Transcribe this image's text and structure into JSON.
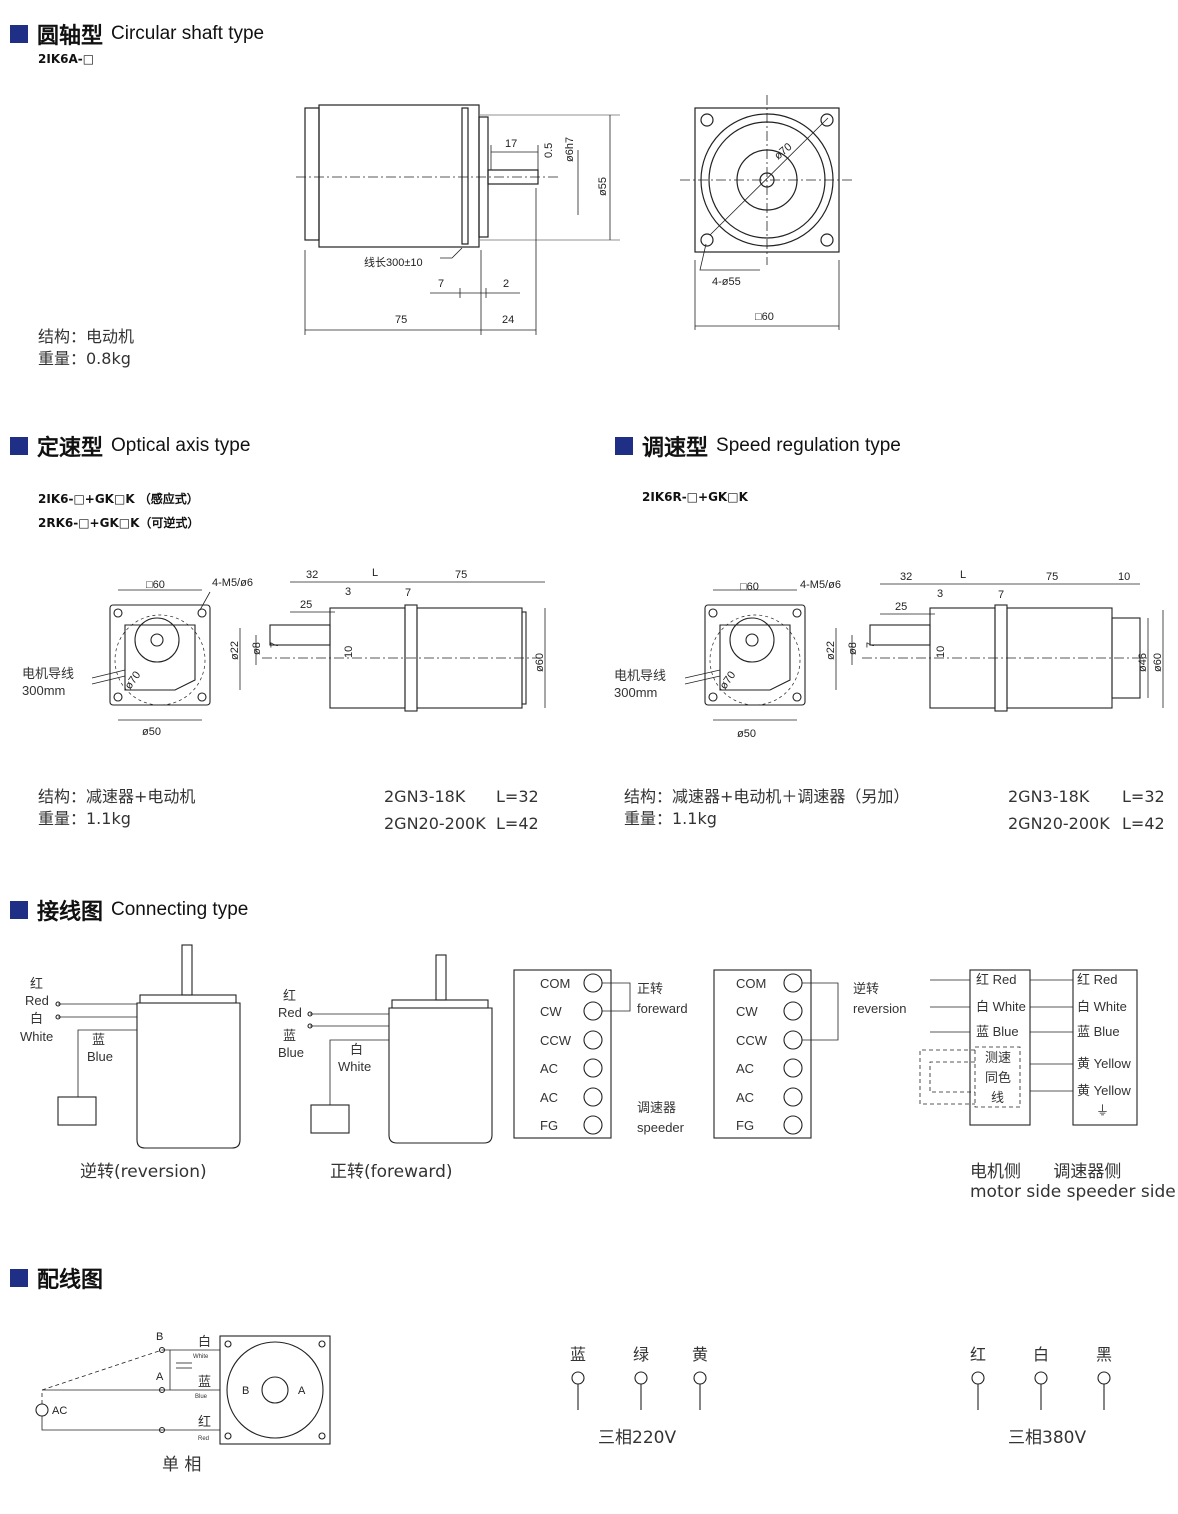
{
  "sections": {
    "circular": {
      "title_cn": "圆轴型",
      "title_en": "Circular shaft type",
      "model": "2IK6A-□",
      "structure": "结构：电动机",
      "weight": "重量：0.8kg",
      "dims": {
        "d17": "17",
        "d05": "0.5",
        "d6h7": "ø6h7",
        "d55": "ø55",
        "d7": "7",
        "d2": "2",
        "d75": "75",
        "d24": "24",
        "wire": "线长300±10",
        "d70": "ø70",
        "holes": "4-ø55",
        "sq60": "□60"
      }
    },
    "optical": {
      "title_cn": "定速型",
      "title_en": "Optical axis type",
      "model1": "2IK6-□+GK□K （感应式）",
      "model2": "2RK6-□+GK□K（可逆式）",
      "structure": "结构：减速器+电动机",
      "weight": "重量：1.1kg",
      "gear1": "2GN3-18K",
      "L1": "L=32",
      "gear2": "2GN20-200K",
      "L2": "L=42"
    },
    "speed": {
      "title_cn": "调速型",
      "title_en": "Speed regulation type",
      "model1": "2IK6R-□+GK□K",
      "structure": "结构：减速器+电动机＋调速器（另加）",
      "weight": "重量：1.1kg",
      "gear1": "2GN3-18K",
      "L1": "L=32",
      "gear2": "2GN20-200K",
      "L2": "L=42"
    },
    "gear_dims": {
      "sq60": "□60",
      "m5": "4-M5/ø6",
      "d32": "32",
      "L": "L",
      "d75": "75",
      "d3": "3",
      "d25": "25",
      "d7": "7",
      "d22": "ø22",
      "d8": "ø8",
      "d7b": "7",
      "d10": "10",
      "d60": "ø60",
      "d70": "ø70",
      "d50": "ø50",
      "lead_cn": "电机导线",
      "lead_mm": "300mm",
      "d10b": "10",
      "d46": "ø46"
    },
    "connecting": {
      "title_cn": "接线图",
      "title_en": "Connecting type",
      "rev": {
        "red_cn": "红",
        "red_en": "Red",
        "white_cn": "白",
        "white_en": "White",
        "blue_cn": "蓝",
        "blue_en": "Blue",
        "caption": "逆转(reversion)"
      },
      "fwd": {
        "red_cn": "红",
        "red_en": "Red",
        "blue_cn": "蓝",
        "blue_en": "Blue",
        "white_cn": "白",
        "white_en": "White",
        "caption": "正转(foreward)"
      },
      "terminals": [
        "COM",
        "CW",
        "CCW",
        "AC",
        "AC",
        "FG"
      ],
      "fwd_label_cn": "正转",
      "fwd_label_en": "foreward",
      "speeder_cn": "调速器",
      "speeder_en": "speeder",
      "rev_label_cn": "逆转",
      "rev_label_en": "reversion",
      "motor_side": [
        "红 Red",
        "白 White",
        "蓝  Blue"
      ],
      "sensor": [
        "测速",
        "同色",
        "线"
      ],
      "speeder_side": [
        "红 Red",
        "白 White",
        "蓝  Blue",
        "黄 Yellow",
        "黄 Yellow"
      ],
      "ground": "⏚",
      "caption_cn": "电机侧      调速器侧",
      "caption_en": "motor side speeder side"
    },
    "wiring": {
      "title_cn": "配线图",
      "b": "B",
      "a": "A",
      "ac": "AC",
      "white_cn": "白",
      "white_en": "White",
      "blue_cn": "蓝",
      "blue_en": "Blue",
      "red_cn": "红",
      "red_en": "Red",
      "single": "单 相",
      "three220": {
        "labels": [
          "蓝",
          "绿",
          "黄"
        ],
        "caption": "三相220V"
      },
      "three380": {
        "labels": [
          "红",
          "白",
          "黑"
        ],
        "caption": "三相380V"
      }
    }
  }
}
